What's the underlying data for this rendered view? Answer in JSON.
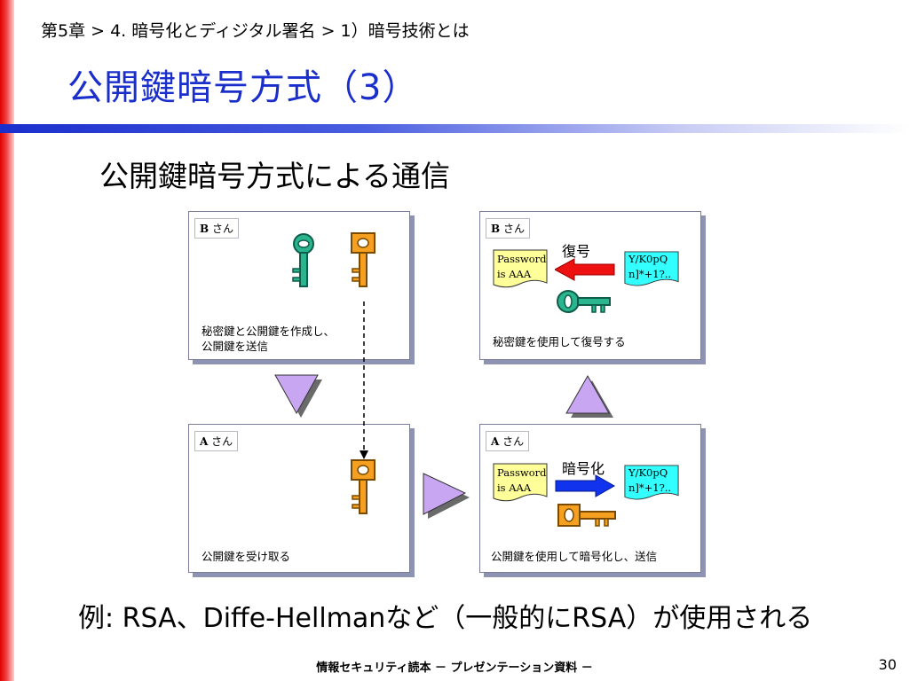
{
  "breadcrumb": "第5章 > 4. 暗号化とディジタル署名 > 1）暗号技術とは",
  "title": "公開鍵暗号方式（3）",
  "subtitle": "公開鍵暗号方式による通信",
  "panels": {
    "b_top_left": {
      "tag_name": "B",
      "tag_suffix": " さん",
      "caption_line1": "秘密鍵と公開鍵を作成し、",
      "caption_line2": "公開鍵を送信"
    },
    "b_top_right": {
      "tag_name": "B",
      "tag_suffix": " さん",
      "action_label": "復号",
      "plain_line1": "Password",
      "plain_line2": "is AAA",
      "cipher_line1": "Y/K0pQ",
      "cipher_line2": "n]*+1?..",
      "caption": "秘密鍵を使用して復号する"
    },
    "a_bottom_left": {
      "tag_name": "A",
      "tag_suffix": " さん",
      "caption": "公開鍵を受け取る"
    },
    "a_bottom_right": {
      "tag_name": "A",
      "tag_suffix": " さん",
      "action_label": "暗号化",
      "plain_line1": "Password",
      "plain_line2": "is AAA",
      "cipher_line1": "Y/K0pQ",
      "cipher_line2": "n]*+1?..",
      "caption": "公開鍵を使用して暗号化し、送信"
    }
  },
  "example": "例: RSA、Diffe-Hellmanなど（一般的にRSA）が使用される",
  "footer": "情報セキュリティ読本 － プレゼンテーション資料 －",
  "page_number": "30",
  "colors": {
    "title_blue": "#1a2ecc",
    "accent_red": "#e00000",
    "public_key_orange": "#f5a020",
    "private_key_teal": "#2ab58e",
    "plaintext_yellow": "#ffff99",
    "ciphertext_cyan": "#33ffff",
    "decrypt_arrow_red": "#ee1111",
    "encrypt_arrow_blue": "#1133ee",
    "flow_triangle_purple": "#c9a6f2"
  },
  "icons": {
    "public_key": "key-orange-icon",
    "private_key": "key-teal-icon",
    "flow_down": "triangle-down-icon",
    "flow_right": "triangle-right-icon",
    "flow_up": "triangle-up-icon"
  }
}
